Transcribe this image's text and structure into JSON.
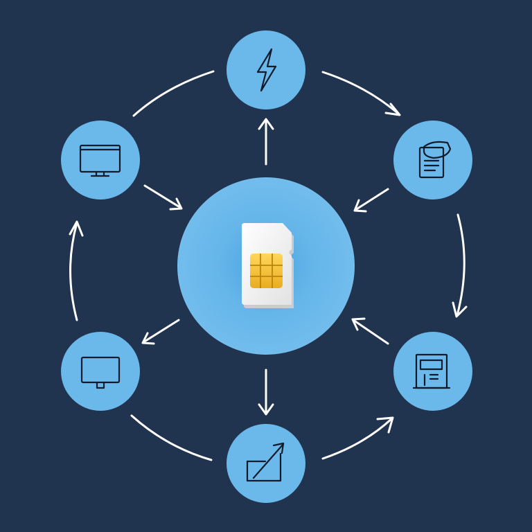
{
  "colors": {
    "background": "#21344f",
    "node_fill": "#6bb9ea",
    "hub_glow": "#58aee6",
    "arrow": "#ffffff",
    "icon_stroke": "#0f1a2a",
    "sim_card": "#f1f1f1",
    "sim_chip": "#f5c33b"
  },
  "hub": {
    "icon": "sim-card-icon"
  },
  "nodes": [
    {
      "id": "top",
      "icon": "lightning-bolt-icon"
    },
    {
      "id": "upper-right",
      "icon": "document-stack-icon"
    },
    {
      "id": "lower-right",
      "icon": "kiosk-terminal-icon"
    },
    {
      "id": "bottom",
      "icon": "growth-chart-icon"
    },
    {
      "id": "lower-left",
      "icon": "monitor-icon"
    },
    {
      "id": "upper-left",
      "icon": "desktop-monitor-icon"
    }
  ],
  "radial_flows": [
    {
      "from": "hub",
      "to": "top"
    },
    {
      "from": "upper-right",
      "to": "hub"
    },
    {
      "from": "lower-right",
      "to": "hub"
    },
    {
      "from": "hub",
      "to": "bottom"
    },
    {
      "from": "hub",
      "to": "lower-left"
    },
    {
      "from": "upper-left",
      "to": "hub"
    }
  ],
  "ring_flows": [
    {
      "from": "top",
      "to": "upper-right"
    },
    {
      "from": "upper-right",
      "to": "lower-right"
    },
    {
      "from": "bottom",
      "to": "lower-right"
    },
    {
      "from": "lower-left",
      "to": "bottom"
    },
    {
      "from": "lower-left",
      "to": "upper-left"
    },
    {
      "from": "upper-left",
      "to": "top"
    }
  ]
}
